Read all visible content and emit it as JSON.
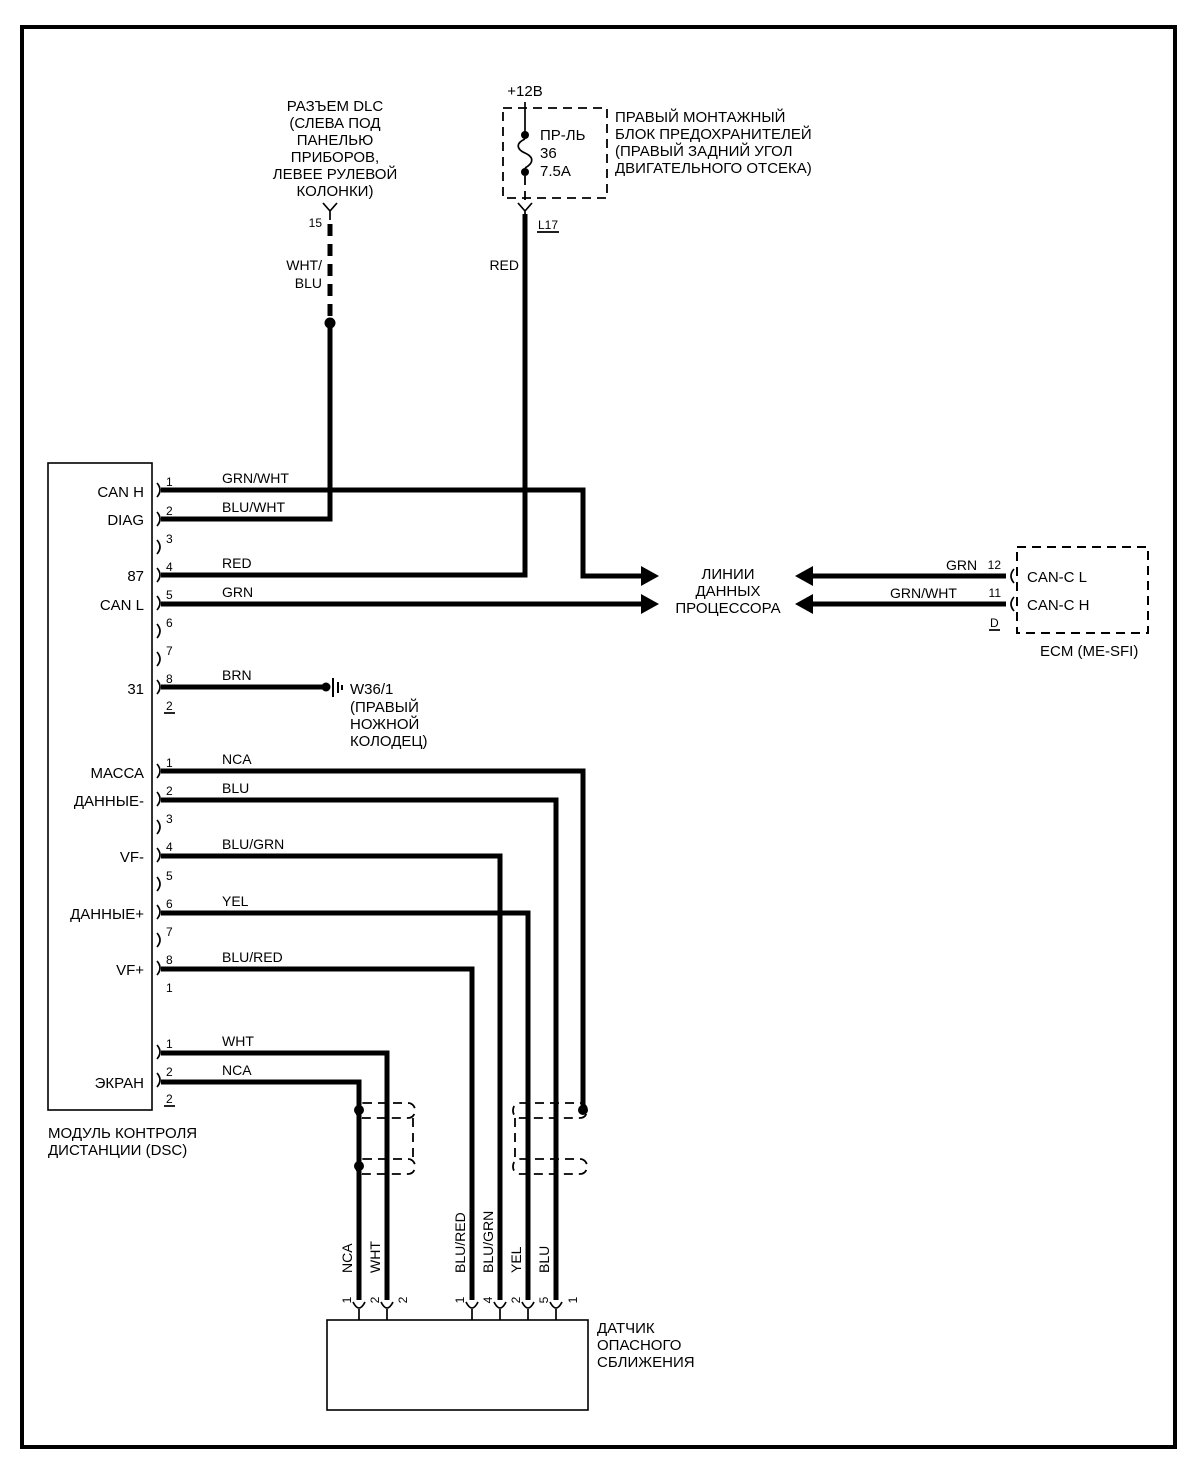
{
  "dlc_connector": {
    "label": [
      "РАЗЪЕМ DLC",
      "(СЛЕВА ПОД",
      "ПАНЕЛЬЮ",
      "ПРИБОРОВ,",
      "ЛЕВЕЕ РУЛЕВОЙ",
      "КОЛОНКИ)"
    ],
    "pin": "15",
    "wire_color": [
      "WHT/",
      "BLU"
    ]
  },
  "fuse_block": {
    "supply": "+12В",
    "fuse": [
      "ПР-ЛЬ",
      "36",
      "7.5A"
    ],
    "label": [
      "ПРАВЫЙ МОНТАЖНЫЙ",
      "БЛОК ПРЕДОХРАНИТЕЛЕЙ",
      "(ПРАВЫЙ ЗАДНИЙ УГОЛ",
      "ДВИГАТЕЛЬНОГО ОТСЕКА)"
    ],
    "connector": "L17",
    "wire_color": "RED"
  },
  "dsc_module": {
    "label": [
      "МОДУЛЬ КОНТРОЛЯ",
      "ДИСТАНЦИИ (DSC)"
    ],
    "terminals": {
      "can_h": "CAN H",
      "diag": "DIAG",
      "t87": "87",
      "can_l": "CAN L",
      "t31": "31",
      "massa": "МАССА",
      "data_minus": "ДАННЫЕ-",
      "vf_minus": "VF-",
      "data_plus": "ДАННЫЕ+",
      "vf_plus": "VF+",
      "ekran": "ЭКРАН"
    },
    "connectors": [
      {
        "id": "2",
        "pins": [
          "1",
          "2",
          "3",
          "4",
          "5",
          "6",
          "7",
          "8"
        ],
        "wires": {
          "1": "GRN/WHT",
          "2": "BLU/WHT",
          "4": "RED",
          "5": "GRN",
          "8": "BRN"
        }
      },
      {
        "id": "1",
        "pins": [
          "1",
          "2",
          "3",
          "4",
          "5",
          "6",
          "7",
          "8"
        ],
        "wires": {
          "1": "NCA",
          "2": "BLU",
          "4": "BLU/GRN",
          "6": "YEL",
          "8": "BLU/RED"
        }
      },
      {
        "id": "2",
        "pins": [
          "1",
          "2"
        ],
        "wires": {
          "1": "WHT",
          "2": "NCA"
        }
      }
    ]
  },
  "ground": {
    "id": "W36/1",
    "label": [
      "(ПРАВЫЙ",
      "НОЖНОЙ",
      "КОЛОДЕЦ)"
    ]
  },
  "data_lines": {
    "label": [
      "ЛИНИИ",
      "ДАННЫХ",
      "ПРОЦЕССОРА"
    ]
  },
  "ecm": {
    "name": "ECM (ME-SFI)",
    "connector": "D",
    "pins": [
      {
        "pin": "12",
        "terminal": "CAN-C L",
        "wire_color": "GRN"
      },
      {
        "pin": "11",
        "terminal": "CAN-C H",
        "wire_color": "GRN/WHT"
      }
    ]
  },
  "sensor": {
    "label": [
      "ДАТЧИК",
      "ОПАСНОГО",
      "СБЛИЖЕНИЯ"
    ],
    "connectors": [
      {
        "id": "2",
        "pins": [
          "1",
          "2"
        ],
        "wires": {
          "1": "NCA",
          "2": "WHT"
        }
      },
      {
        "id": "1",
        "pins": [
          "1",
          "4",
          "2",
          "5"
        ],
        "wires": {
          "1": "BLU/RED",
          "4": "BLU/GRN",
          "2": "YEL",
          "5": "BLU"
        }
      }
    ]
  },
  "colors": {
    "ink": "#000000",
    "background": "#ffffff"
  }
}
